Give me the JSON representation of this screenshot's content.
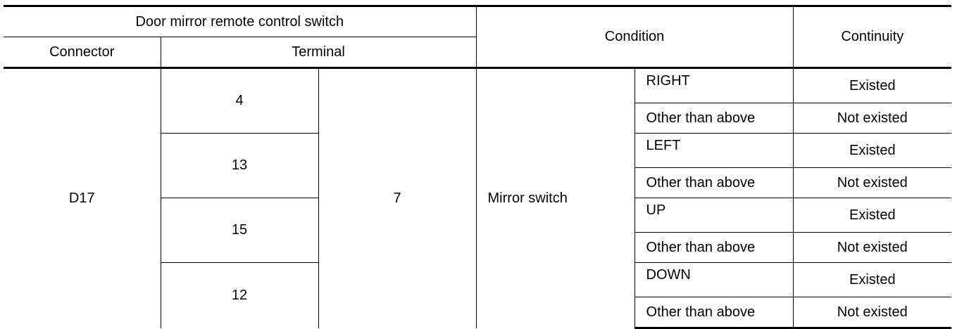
{
  "header": {
    "group": "Door mirror remote control switch",
    "connector": "Connector",
    "terminal": "Terminal",
    "condition": "Condition",
    "continuity": "Continuity"
  },
  "connector": "D17",
  "common_terminal": "7",
  "condition_label": "Mirror switch",
  "rows": [
    {
      "terminal": "4",
      "state": "RIGHT",
      "active": "Existed",
      "other": "Other than above",
      "inactive": "Not existed"
    },
    {
      "terminal": "13",
      "state": "LEFT",
      "active": "Existed",
      "other": "Other than above",
      "inactive": "Not existed"
    },
    {
      "terminal": "15",
      "state": "UP",
      "active": "Existed",
      "other": "Other than above",
      "inactive": "Not existed"
    },
    {
      "terminal": "12",
      "state": "DOWN",
      "active": "Existed",
      "other": "Other than above",
      "inactive": "Not existed"
    }
  ]
}
